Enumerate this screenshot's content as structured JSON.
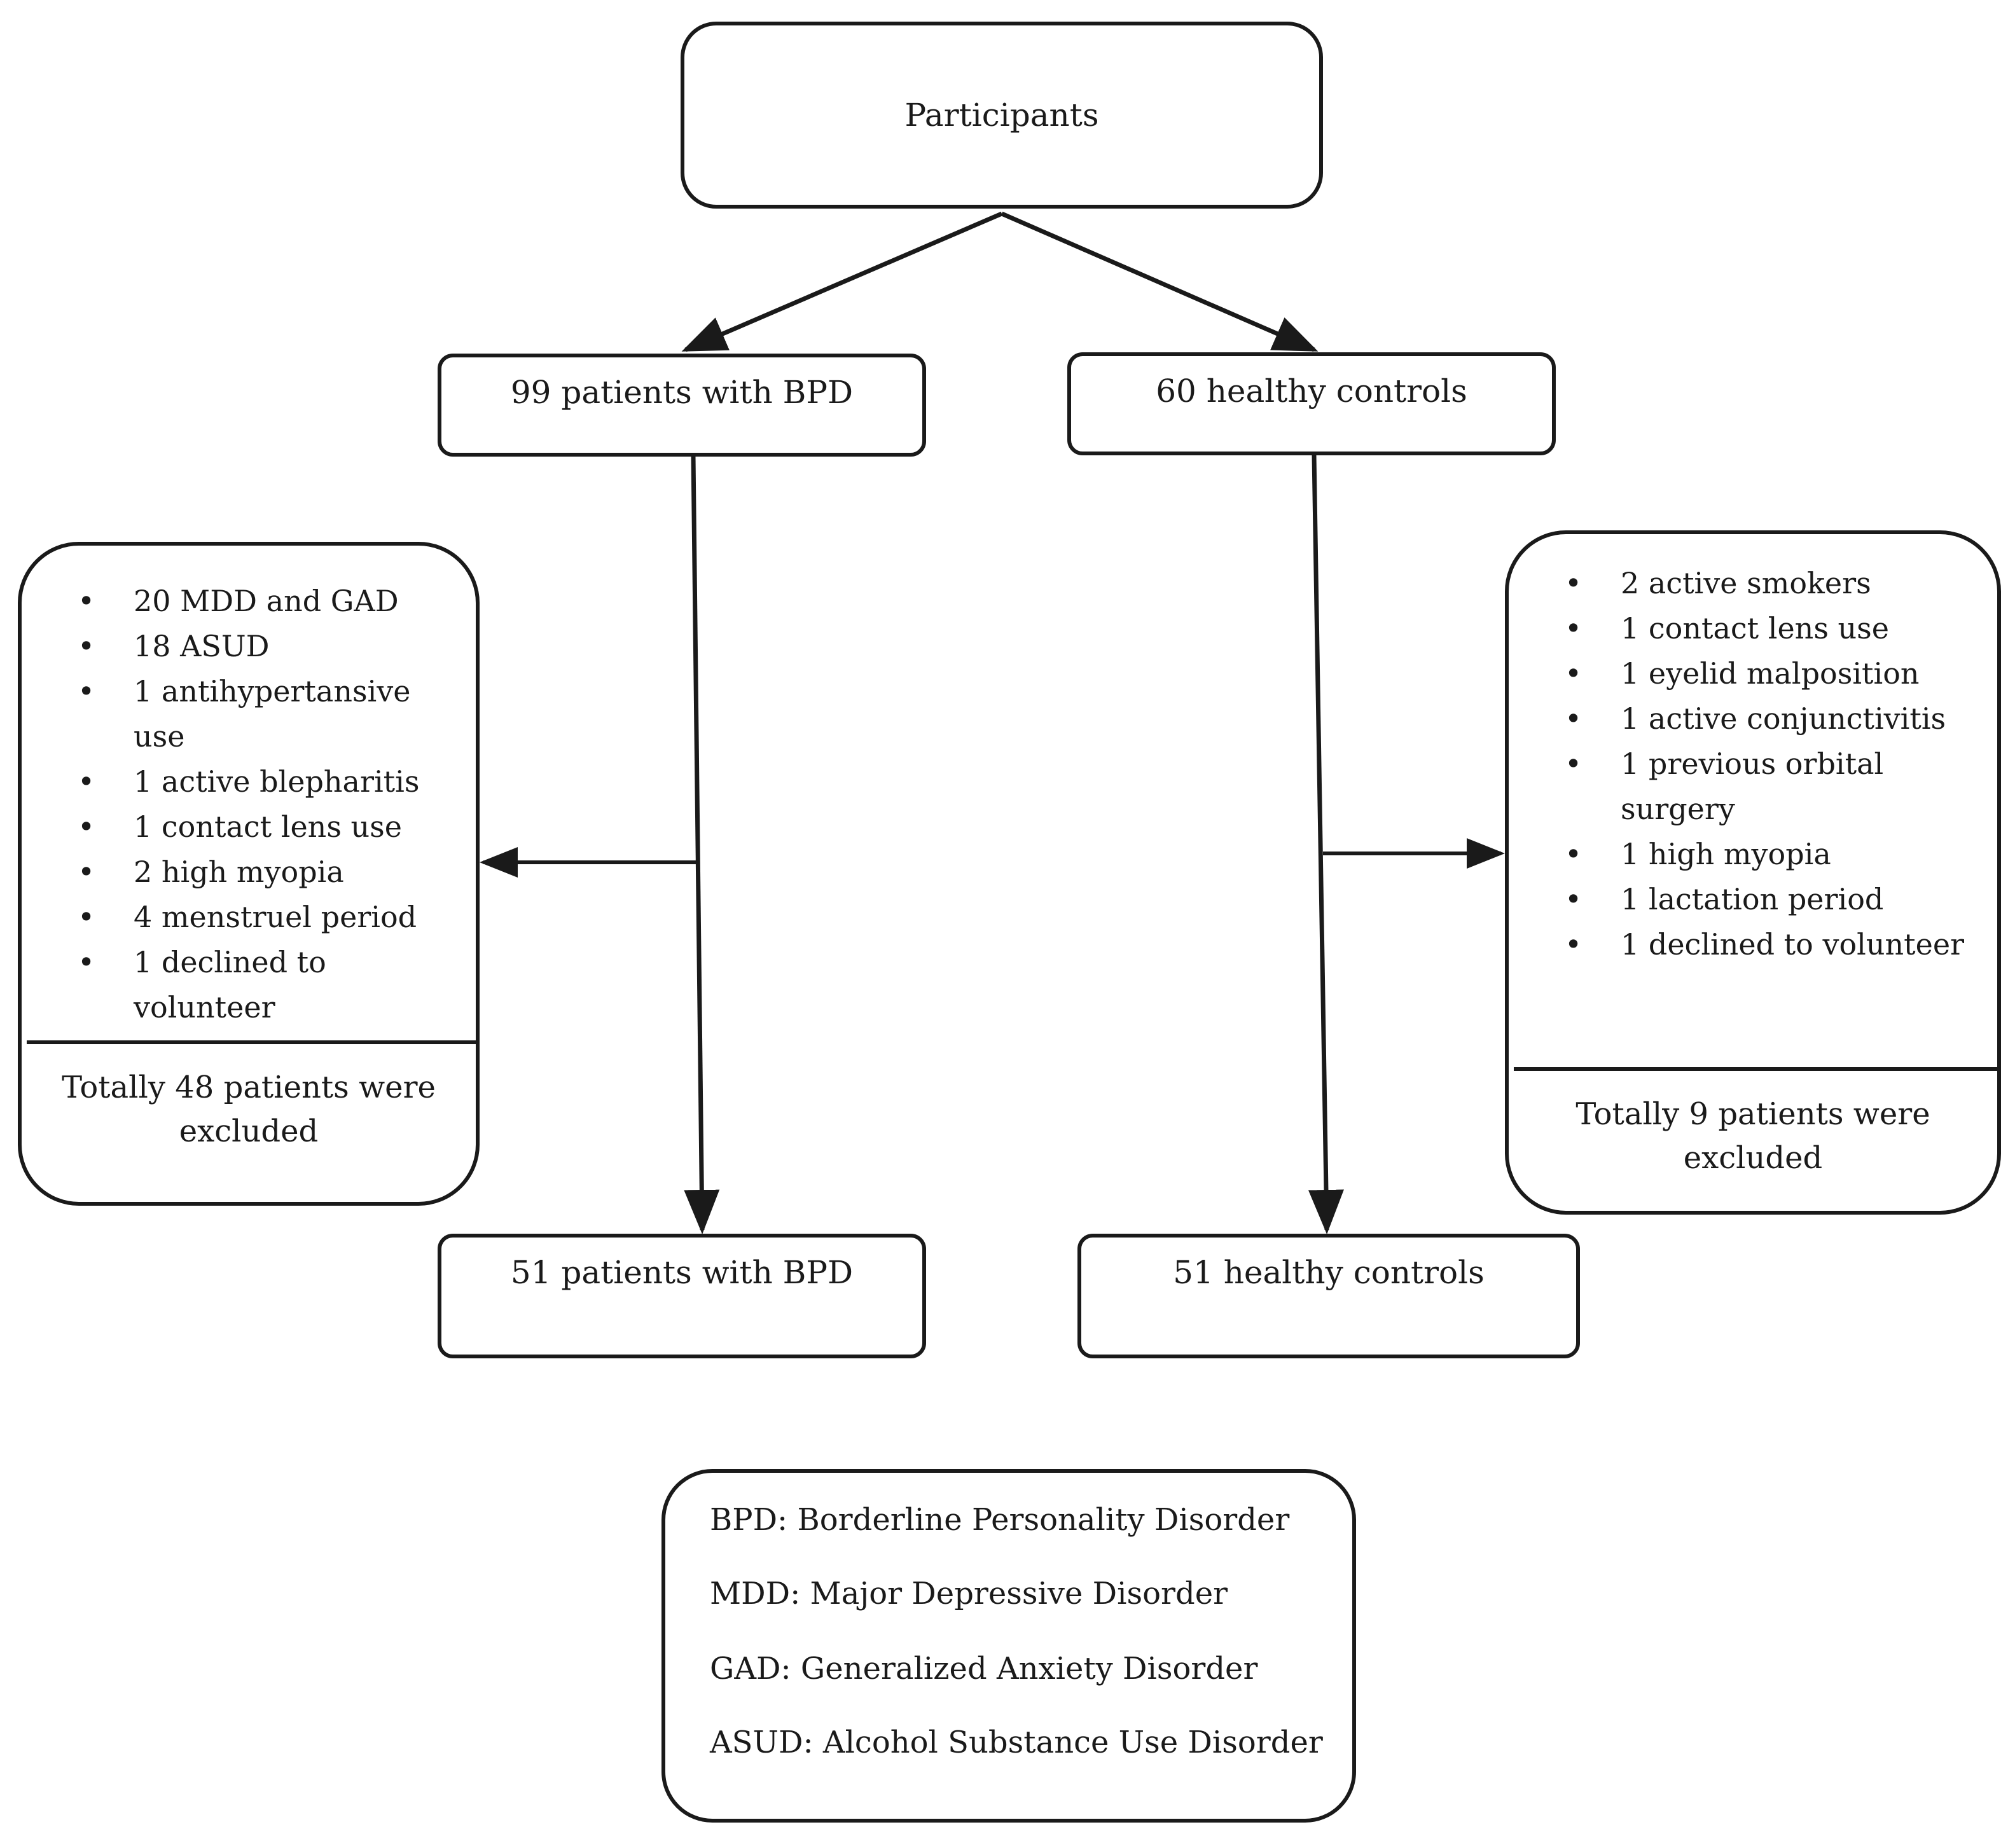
{
  "participants": "Participants",
  "groups": {
    "bpd_initial": "99 patients with BPD",
    "hc_initial": "60 healthy controls",
    "bpd_final": "51 patients with BPD",
    "hc_final": "51 healthy controls"
  },
  "exclusions_bpd": {
    "items": [
      "20 MDD and GAD",
      "18 ASUD",
      "1 antihypertansive use",
      "1 active blepharitis",
      "1 contact lens use",
      "2 high myopia",
      "4 menstruel period",
      "1 declined to volunteer"
    ],
    "total": "Totally 48 patients were excluded"
  },
  "exclusions_hc": {
    "items": [
      "2 active smokers",
      "1 contact lens use",
      "1 eyelid malposition",
      "1 active conjunctivitis",
      "1 previous orbital surgery",
      "1 high myopia",
      "1 lactation period",
      "1 declined to volunteer"
    ],
    "total": "Totally 9 patients were excluded"
  },
  "legend": [
    "BPD: Borderline Personality Disorder",
    "MDD: Major Depressive Disorder",
    "GAD: Generalized Anxiety Disorder",
    "ASUD: Alcohol Substance Use Disorder"
  ],
  "bullet_symbol": "•"
}
